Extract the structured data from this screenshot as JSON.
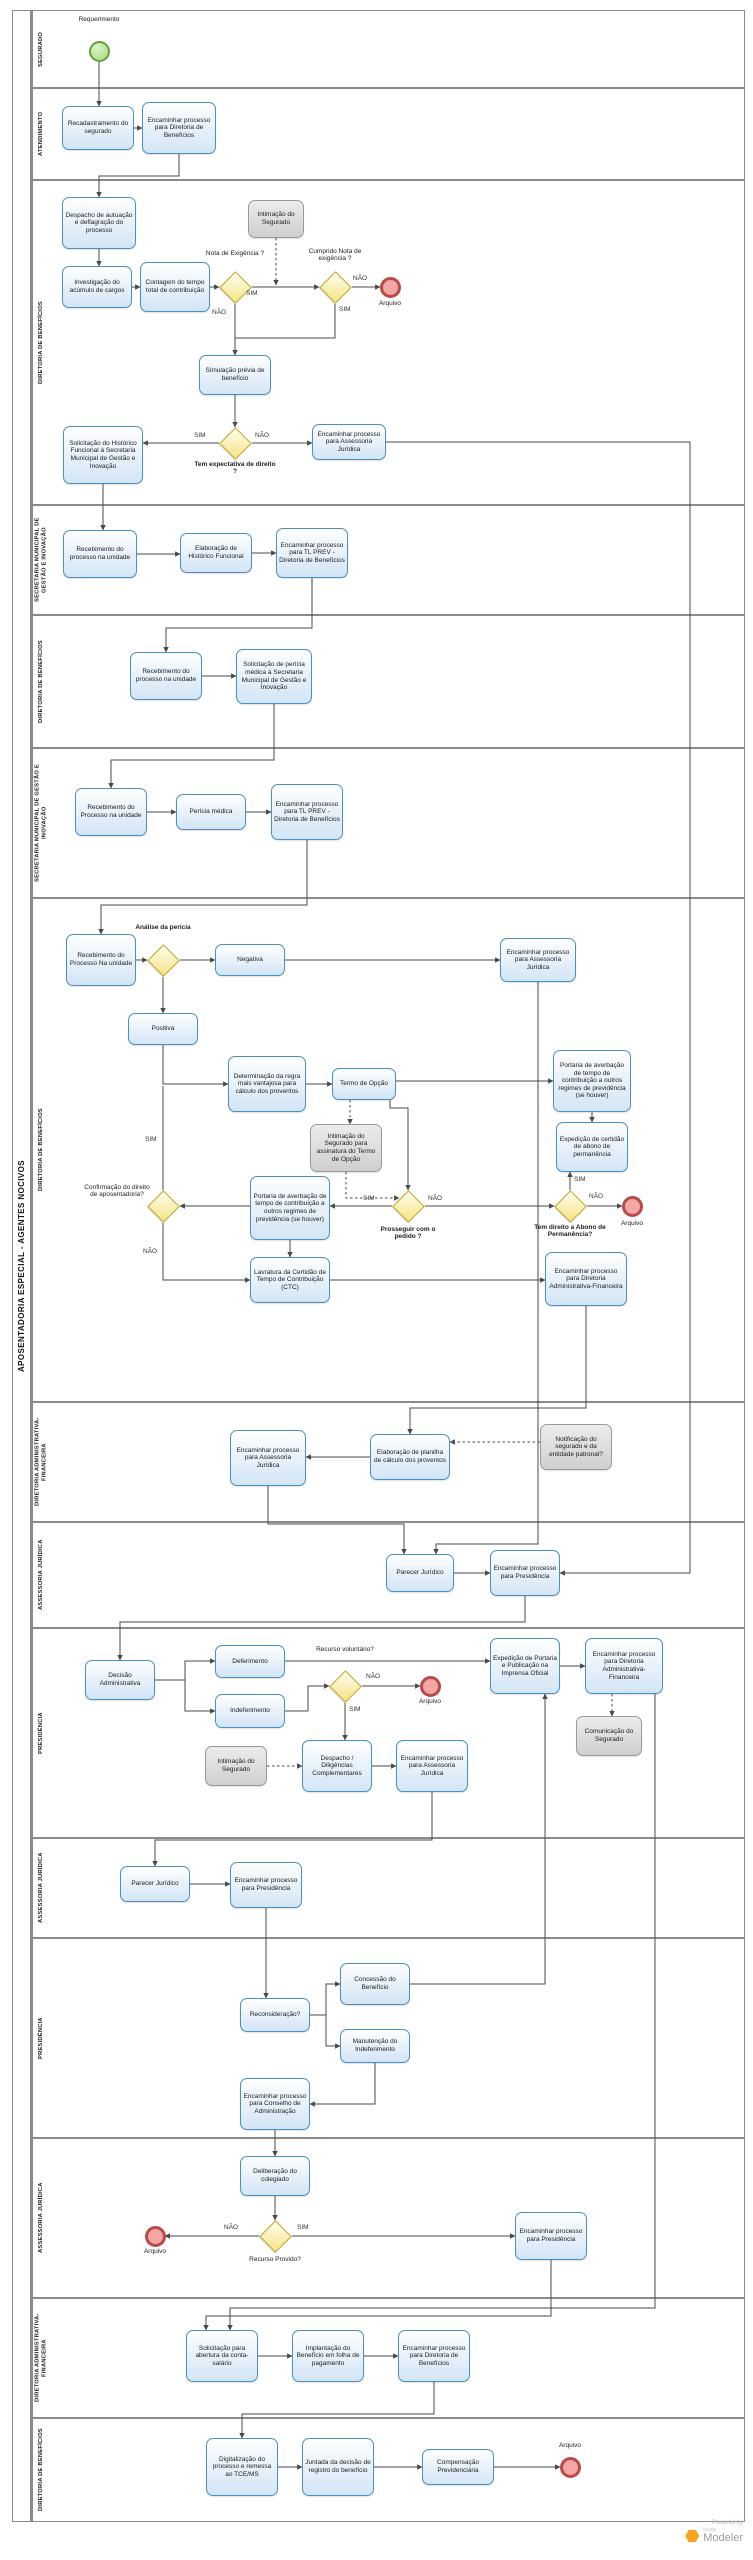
{
  "pool_title": "APOSENTADORIA ESPECIAL - AGENTES NOCIVOS",
  "lanes": [
    {
      "label": "SEGURADO"
    },
    {
      "label": "ATENDIMENTO"
    },
    {
      "label": "DIRETORIA DE BENEFÍCIOS"
    },
    {
      "label": "SECRETARIA MUNICIPAL DE GESTÃO E INOVAÇÃO"
    },
    {
      "label": "DIRETORIA DE BENEFÍCIOS"
    },
    {
      "label": "SECRETARIA MUNICIPAL DE GESTÃO E INOVAÇÃO"
    },
    {
      "label": "DIRETORIA DE BENEFÍCIOS"
    },
    {
      "label": "DIRETORIA ADMINISTRATIVA-FINANCEIRA"
    },
    {
      "label": "ASSESSORIA JURÍDICA"
    },
    {
      "label": "PRESIDÊNCIA"
    },
    {
      "label": "ASSESSORIA JURÍDICA"
    },
    {
      "label": "PRESIDÊNCIA"
    },
    {
      "label": "ASSESSORIA JURÍDICA"
    },
    {
      "label": "DIRETORIA ADMINISTRATIVA-FINANCEIRA"
    },
    {
      "label": "DIRETORIA DE BENEFÍCIOS"
    }
  ],
  "labels": {
    "requerimento": "Requerimento",
    "sim": "SIM",
    "nao": "NÃO",
    "arquivo": "Arquivo"
  },
  "gateways": {
    "g1": "Nota de Exigência ?",
    "g2": "Cumprido Nota de exigência ?",
    "g3": "Tem expectativa de direito ?",
    "g4": "Análise da perícia",
    "g5": "Prosseguir com o pedido ?",
    "g6": "Tem direito a Abono de Permanência?",
    "g7": "Confirmação do direito de aposentadoria?",
    "g8": "Recurso voluntário?",
    "g9": "Recurso Provido?"
  },
  "nodes": {
    "t1": "Recadastramento do segurado",
    "t2": "Encaminhar processo para Diretoria de Benefícios",
    "t3": "Despacho de autuação e deflagração do processo",
    "t4": "Investigação do acúmulo de cargos",
    "t5": "Contagem do tempo total de contribuição",
    "t6": "Simulação prévia de benefício",
    "t7": "Solicitação do Histórico Funcional à Secretaria Municipal de Gestão e Inovação",
    "t8": "Encaminhar processo para Assessoria Jurídica",
    "t9": "Recebimento do processo na unidade",
    "t10": "Elaboração de Histórico Funcional",
    "t11": "Encaminhar processo para TL PREV - Diretoria de Benefícios",
    "t12": "Recebimento do processo na unidade",
    "t13": "Solicitação de perícia médica à Secretaria Municipal de Gestão e Inovação",
    "t14": "Recebimento do Processo na unidade",
    "t15": "Perícia médica",
    "t16": "Encaminhar processo para TL PREV - Diretoria de Benefícios",
    "t17": "Recebimento do Processo Na unidade",
    "t18": "Negativa",
    "t19": "Encaminhar processo para Assessoria Jurídica",
    "t20": "Positiva",
    "t21": "Determinação da regra mais vantajosa para cálculo dos proventos",
    "t22": "Termo de Opção",
    "t23": "Portaria de averbação de tempo de contribuição a outros regimes de previdência (se houver)",
    "t24": "Expedição de certidão de abono de permanência",
    "t25": "Portaria de averbação de tempo de contribuição a outros regimes de previdência (se houver)",
    "t26": "Lavratura da Certidão de Tempo de Contribuição (CTC)",
    "t27": "Encaminhar processo para Diretoria Administrativa-Financeira",
    "t28": "Encaminhar processo para Assessoria Jurídica",
    "t29": "Elaboração de planilha de cálculo dos proventos",
    "t30": "Parecer Jurídico",
    "t31": "Encaminhar processo para Presidência",
    "t32": "Decisão Administrativa",
    "t33": "Deferimento",
    "t34": "Indeferimento",
    "t35": "Despacho / Diligências Complementares",
    "t36": "Encaminhar processo para Assessoria Jurídica",
    "t37": "Expedição de Portaria e Publicação na Imprensa Oficial",
    "t38": "Encaminhar processo para Diretoria Administrativa-Financeira",
    "t39": "Parecer Jurídico",
    "t40": "Encaminhar processo para Presidência",
    "t41": "Reconsideração?",
    "t42": "Concessão do Benefício",
    "t43": "Manutenção do Indeferimento",
    "t44": "Encaminhar processo para Conselho de Administração",
    "t45": "Deliberação do colegiado",
    "t46": "Encaminhar processo para Presidência",
    "t47": "Solicitação para abertura da conta-salário",
    "t48": "Implantação do Benefício em folha de pagamento",
    "t49": "Encaminhar processo para Diretoria de Benefícios",
    "t50": "Digitalização do processo e remessa ao TCE/MS",
    "t51": "Juntada da decisão de registro do benefício",
    "t52": "Compensação Previdenciária",
    "gray1": "Intimação do Segurado",
    "gray2": "Intimação do Segurado para assinatura do Termo de Opção",
    "gray3": "Notificação do segurado e da entidade patronal?",
    "gray4": "Intimação do Segurado",
    "gray5": "Comunicação do Segurado"
  },
  "footer": {
    "powered_by": "Powered by",
    "brand": "bizagi",
    "product": "Modeler"
  }
}
